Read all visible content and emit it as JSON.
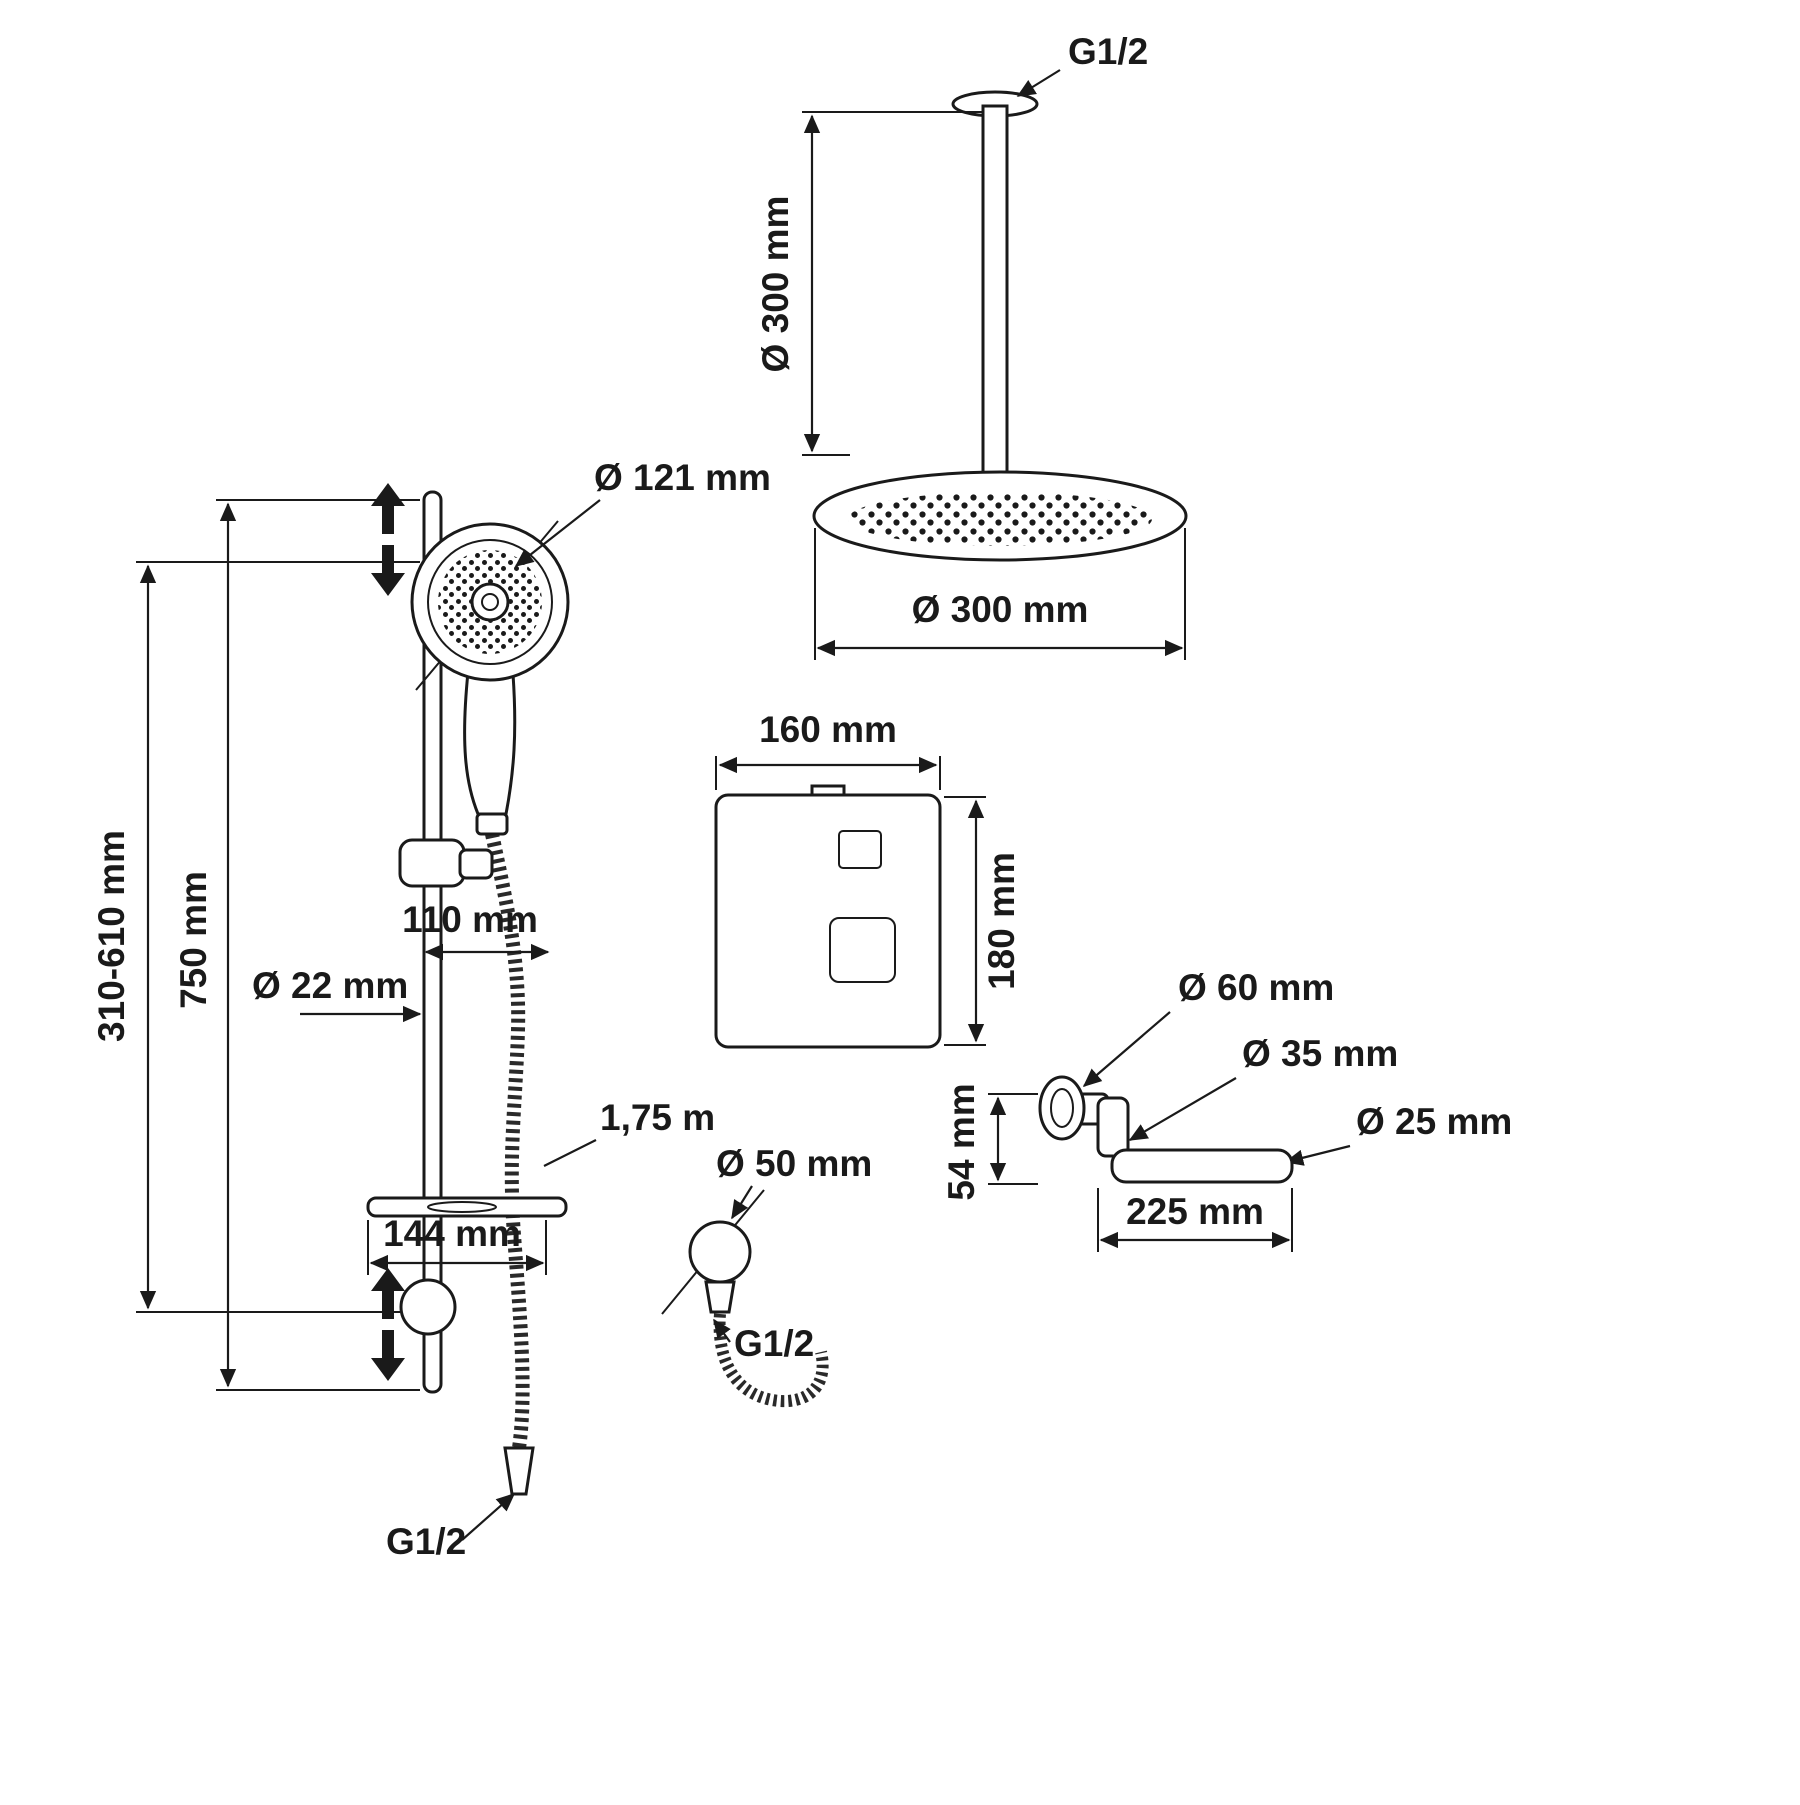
{
  "page": {
    "background": "#ffffff",
    "line_color": "#1a1a1a"
  },
  "labels": {
    "ceiling_connection": "G1/2",
    "ceiling_arm_length": "Ø 300 mm",
    "rain_head_diameter": "Ø 300 mm",
    "valve_width": "160 mm",
    "valve_height": "180 mm",
    "hand_shower_diameter": "Ø 121 mm",
    "bracket_offset": "110 mm",
    "rail_diameter": "Ø 22 mm",
    "hose_length": "1,75 m",
    "soap_dish_width": "144 mm",
    "rail_adjustable_range": "310-610 mm",
    "rail_length": "750 mm",
    "hose_connection": "G1/2",
    "wall_outlet_diameter": "Ø 50 mm",
    "wall_outlet_connection": "G1/2",
    "spout_flange_diameter": "Ø 60 mm",
    "spout_joint_diameter": "Ø 35 mm",
    "spout_tube_diameter": "Ø 25 mm",
    "spout_height": "54 mm",
    "spout_length": "225 mm"
  }
}
